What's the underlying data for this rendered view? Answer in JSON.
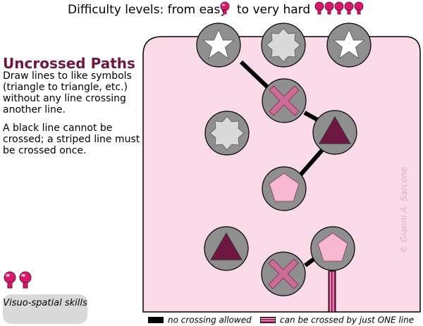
{
  "header": {
    "prefix": "Difficulty levels: from easy",
    "middle": "to very hard",
    "difficulty_min": 1,
    "difficulty_max": 5
  },
  "puzzle": {
    "title": "Uncrossed Paths",
    "instructions": "Draw lines to like symbols (triangle to triangle, etc.) without any line crossing another line.",
    "rule": "A black line cannot be crossed; a striped line must be crossed once."
  },
  "skill": {
    "label": "Visuo-spatial skills",
    "level": 2
  },
  "legend": {
    "black": "no crossing allowed",
    "striped": "can be crossed by just ONE line"
  },
  "credit": "© Gianni A. Sarcone",
  "colors": {
    "board": "#fbdbe8",
    "circle": "#8f8f8f",
    "dark_triangle": "#6e1742",
    "pink_x": "#cc6d95",
    "pink_pentagon": "#f9b8d2",
    "striped_line": "#b21e5f"
  },
  "symbols": [
    {
      "shape": "star5",
      "fill": "#ffffff"
    },
    {
      "shape": "star8",
      "fill": "#d9d9d9"
    },
    {
      "shape": "star5",
      "fill": "#ffffff"
    },
    {
      "shape": "x",
      "fill": "#cc6d95"
    },
    {
      "shape": "star8",
      "fill": "#d9d9d9"
    },
    {
      "shape": "triangle",
      "fill": "#6e1742"
    },
    {
      "shape": "pentagon",
      "fill": "#f9b8d2"
    },
    {
      "shape": "triangle",
      "fill": "#6e1742"
    },
    {
      "shape": "pentagon",
      "fill": "#f9b8d2"
    },
    {
      "shape": "x",
      "fill": "#cc6d95"
    }
  ]
}
